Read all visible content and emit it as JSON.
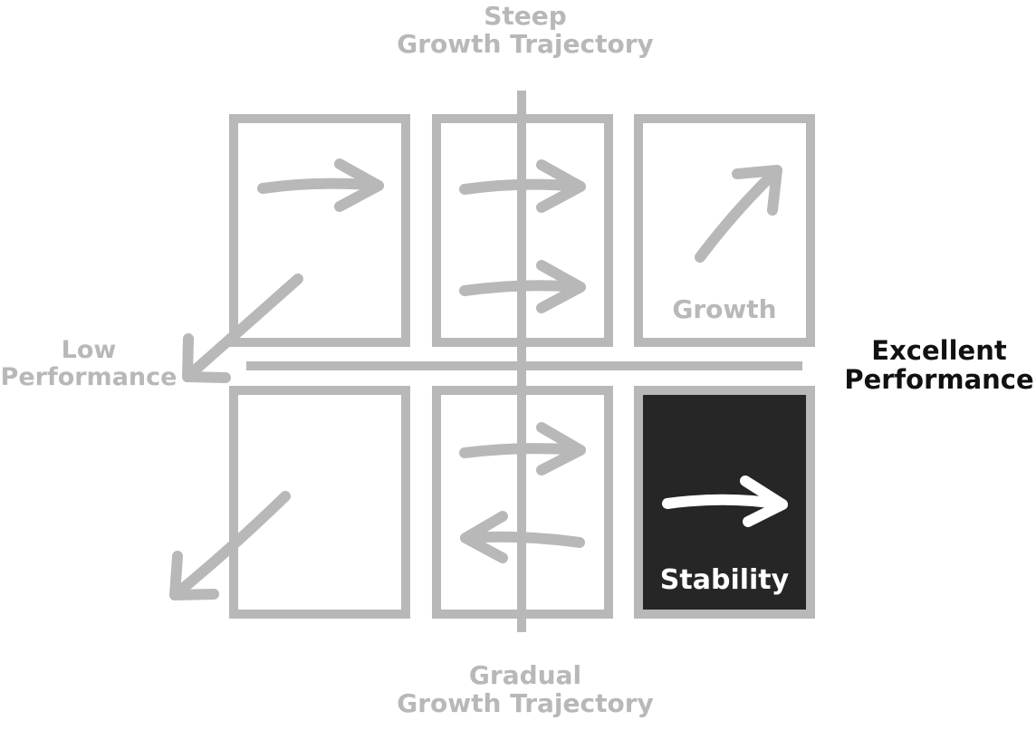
{
  "colors": {
    "muted": "#b8b8b8",
    "strong": "#111111",
    "highlight_fill": "#262626",
    "highlight_arrow": "#ffffff"
  },
  "axes": {
    "top": {
      "line1": "Steep",
      "line2": "Growth Trajectory"
    },
    "bottom": {
      "line1": "Gradual",
      "line2": "Growth Trajectory"
    },
    "left": {
      "line1": "Low",
      "line2": "Performance"
    },
    "right": {
      "line1": "Excellent",
      "line2": "Performance"
    }
  },
  "cells": {
    "growth": {
      "label": "Growth"
    },
    "stability": {
      "label": "Stability"
    }
  }
}
